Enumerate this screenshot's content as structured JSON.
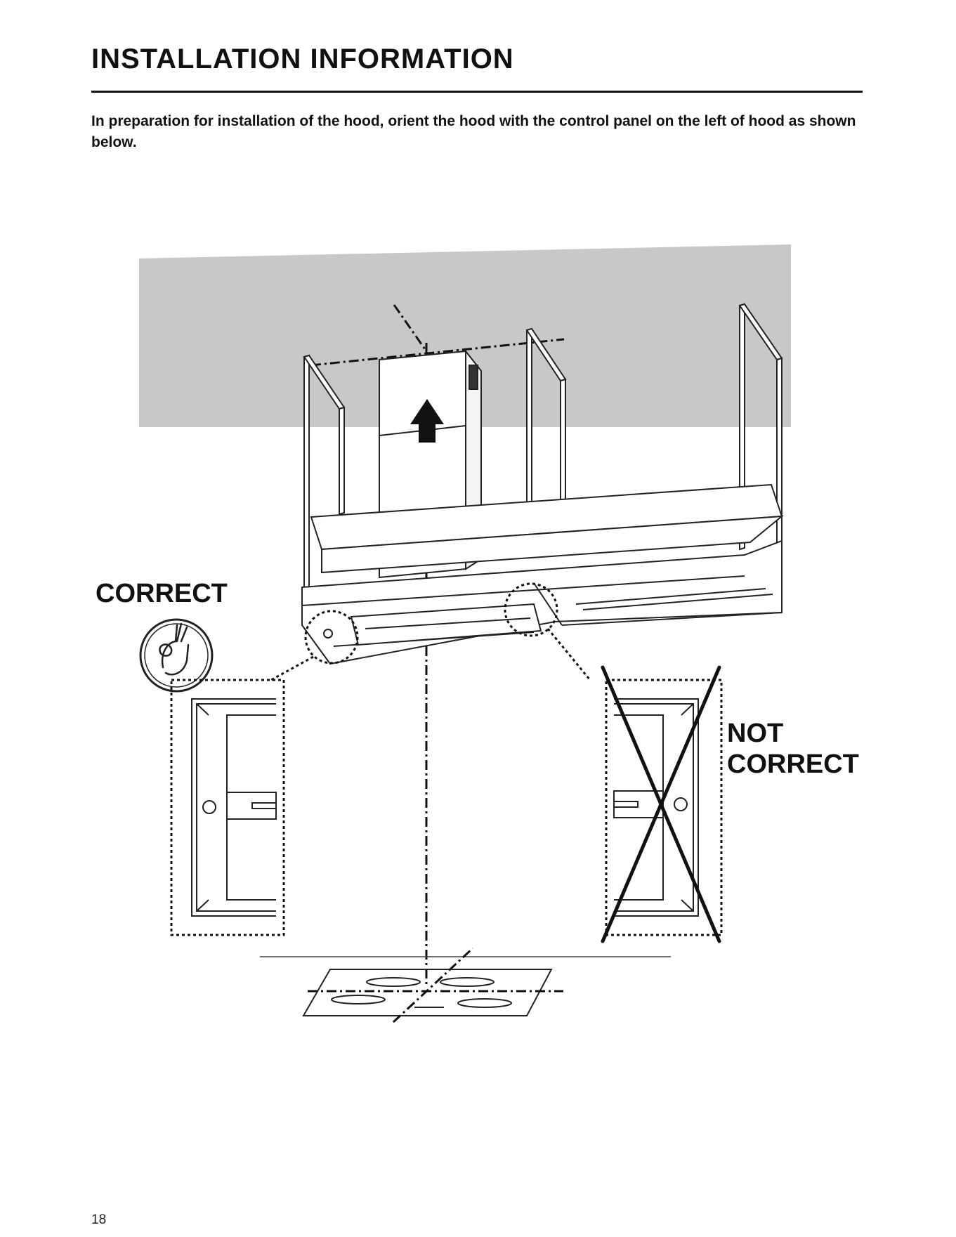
{
  "header": {
    "title": "INSTALLATION INFORMATION",
    "intro": "In preparation for installation of the hood, orient the hood with the control panel on the left of hood as shown below."
  },
  "figure": {
    "correct_label": "CORRECT",
    "not_correct_line1": "NOT",
    "not_correct_line2": "CORRECT",
    "icons": [
      "ok-hand-icon",
      "up-arrow-icon",
      "cross-icon"
    ]
  },
  "footer": {
    "page_number": "18"
  }
}
